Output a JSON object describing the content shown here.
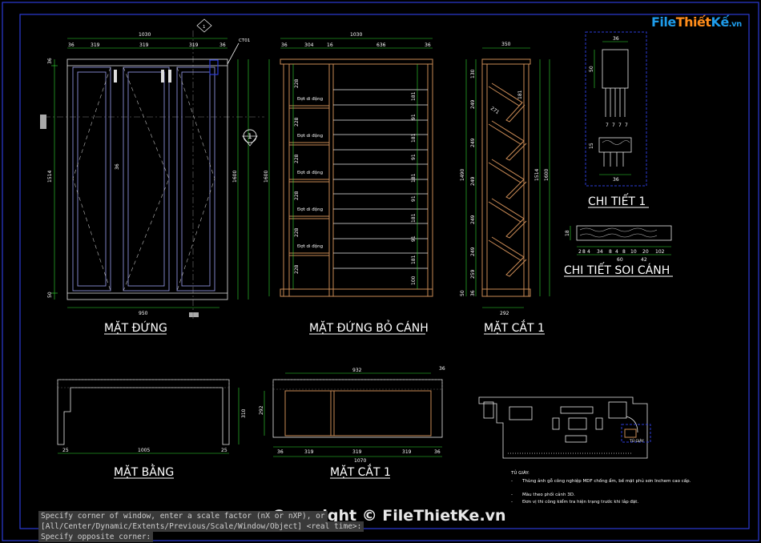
{
  "titles": {
    "front": "MẶT ĐỨNG",
    "front_no_door": "MẶT ĐỨNG BỎ CÁNH",
    "section1": "MẶT CẮT 1",
    "detail1": "CHI TIẾT 1",
    "detail_groove": "CHI TIẾT SOI CÁNH",
    "plan": "MẶT BẰNG",
    "section1b": "MẶT CẮT 1"
  },
  "labels": {
    "ct01": "CT01",
    "marker1": "1",
    "shelf": "Đợt di động",
    "loc": "TỦ GIÀY"
  },
  "dims": {
    "front_top": "1030",
    "front_top_segs": [
      "36",
      "319",
      "319",
      "319",
      "36"
    ],
    "front_bottom": "950",
    "front_left": "1514",
    "front_right": "1600",
    "front_mid": "36",
    "front_bl": "50",
    "front_tl": "36",
    "nd_top": "1030",
    "nd_top_segs": [
      "36",
      "304",
      "16",
      "636",
      "36"
    ],
    "nd_left": "1600",
    "nd_seg": "228",
    "nd_right_a": "181",
    "nd_right_b": "91",
    "nd_right_bottom": "100",
    "s1_top": "350",
    "s1_bottom": "292",
    "s1_left": "1490",
    "s1_right": "1514",
    "s1_right2": "1600",
    "s1_segs": [
      "130",
      "249",
      "249",
      "249",
      "249",
      "249",
      "259"
    ],
    "s1_bottom_l": "50",
    "s1_bottom_l2": "36",
    "s1_d1": "181",
    "s1_d2": "271",
    "d1_w": "36",
    "d1_h": "50",
    "d1_seg": "15",
    "d1_small": [
      "7",
      "7",
      "7",
      "7"
    ],
    "groove_segs": [
      "2",
      "8",
      "4",
      "34",
      "8",
      "4",
      "8",
      "10",
      "20",
      "102"
    ],
    "groove_bottom": [
      "60",
      "42"
    ],
    "groove_h": "18",
    "plan_w": "1005",
    "plan_h": "310",
    "plan_l": "25",
    "plan_r": "25",
    "s1b_top": "932",
    "s1b_top_r": "36",
    "s1b_left": "292",
    "s1b_bottom": "1070",
    "s1b_bottom_segs": [
      "36",
      "319",
      "319",
      "319",
      "36"
    ]
  },
  "notes": {
    "heading": "TỦ GIÀY:",
    "items": [
      "Thùng ảnh gỗ công nghiệp MDF chống ẩm, bề mặt phủ sơn Inchem cao cấp.",
      "Màu theo phối cảnh 3D.",
      "Đơn vị thi công kiểm tra hiện trạng trước khi lắp đặt."
    ],
    "bullet": "-"
  },
  "command_line": [
    "Specify corner of window, enter a scale factor (nX or nXP), or",
    "[All/Center/Dynamic/Extents/Previous/Scale/Window/Object] <real time>:",
    "Specify opposite corner:"
  ],
  "copyright": "Copyright © FileThietKe.vn",
  "logo": {
    "part1": "File",
    "part2": "Thiết",
    "part3": "Kế",
    "part4": ".vn"
  },
  "colors": {
    "frame": "#2b3bd6",
    "title": "#ffffff",
    "dim": "#33dd33",
    "wood": "#c98a55",
    "line": "#e8e8e8",
    "hidden": "#bbbbbb",
    "door": "#8b8fd8",
    "label": "#ffffff"
  }
}
